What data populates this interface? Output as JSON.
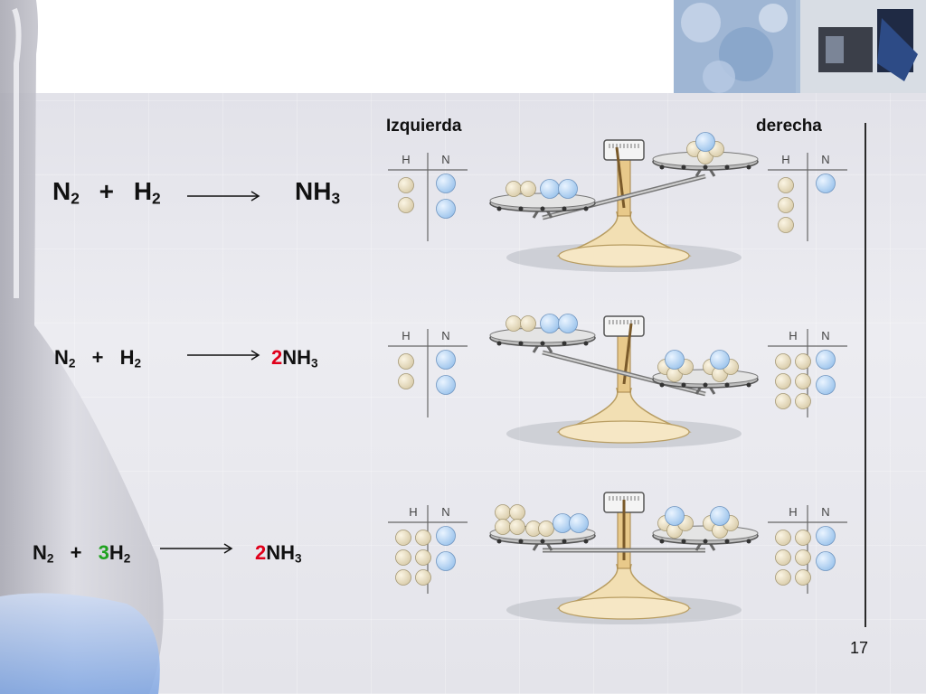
{
  "headers": {
    "left": "Izquierda",
    "right": "derecha"
  },
  "table_labels": {
    "h": "H",
    "n": "N"
  },
  "equations": [
    {
      "n2": "N",
      "n2_sub": "2",
      "plus": "+",
      "h2_coef": "",
      "h2": "H",
      "h2_sub": "2",
      "nh3_coef": "",
      "nh3": "NH",
      "nh3_sub": "3"
    },
    {
      "n2": "N",
      "n2_sub": "2",
      "plus": "+",
      "h2_coef": "",
      "h2": "H",
      "h2_sub": "2",
      "nh3_coef": "2",
      "nh3": "NH",
      "nh3_sub": "3"
    },
    {
      "n2": "N",
      "n2_sub": "2",
      "plus": "+",
      "h2_coef": "3",
      "h2": "H",
      "h2_sub": "2",
      "nh3_coef": "2",
      "nh3": "NH",
      "nh3_sub": "3"
    }
  ],
  "page_number": "17",
  "colors": {
    "hydrogen": "#d9ccaa",
    "nitrogen": "#9cc4ec",
    "coefficient_red": "#e0001b",
    "coefficient_green": "#1fa21f"
  }
}
